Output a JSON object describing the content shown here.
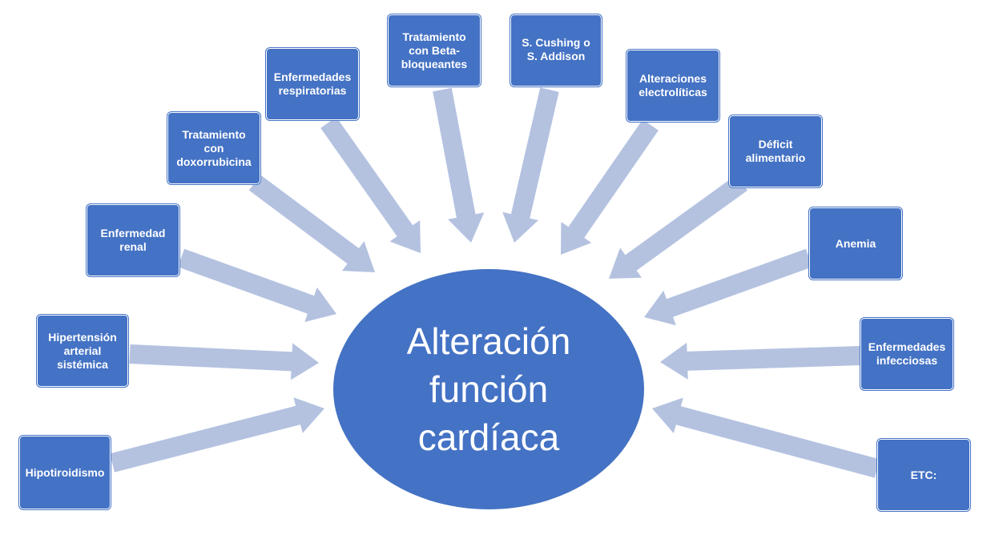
{
  "center": {
    "label": "Alteración función cardíaca"
  },
  "causes": [
    "Hipotiroidismo",
    "Hipertensión arterial sistémica",
    "Enfermedad renal",
    "Tratamiento con doxorrubicina",
    "Enfermedades respiratorias",
    "Tratamiento con Beta-bloqueantes",
    "S. Cushing o S. Addison",
    "Alteraciones electrolíticas",
    "Déficit alimentario",
    "Anemia",
    "Enfermedades infecciosas",
    "ETC:"
  ],
  "colors": {
    "box": "#4472c4",
    "arrow": "#b4c2e0",
    "text": "#ffffff"
  }
}
